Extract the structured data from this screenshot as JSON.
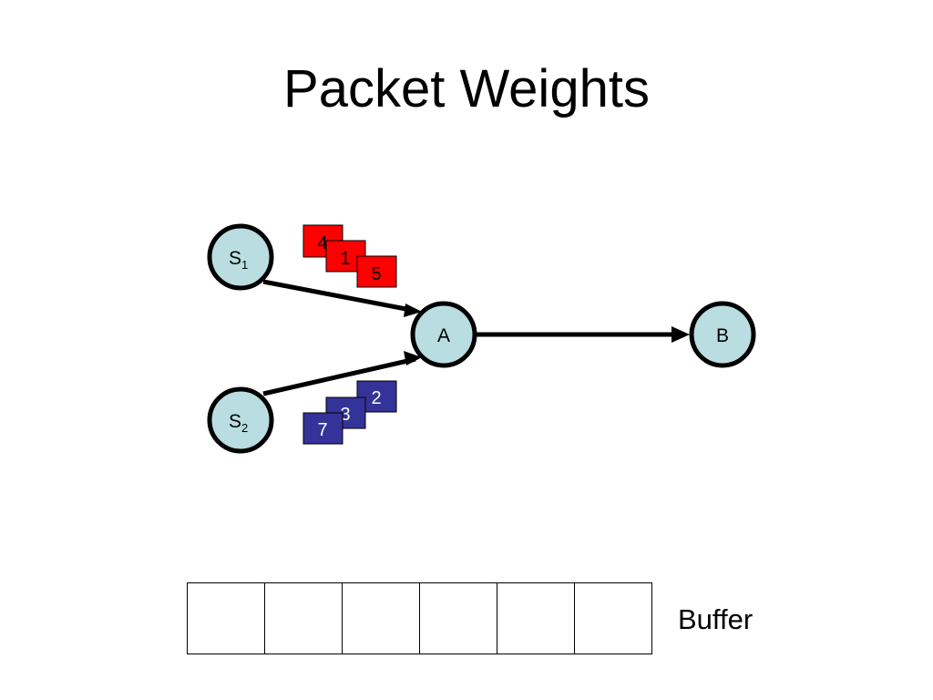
{
  "title": "Packet Weights",
  "colors": {
    "node_fill": "#b9dde0",
    "node_stroke": "#000000",
    "packet_s1": "#ff0000",
    "packet_s2": "#333399",
    "packet_s2_text": "#ffffff",
    "packet_s1_text": "#000000"
  },
  "nodes": {
    "s1": {
      "letter": "S",
      "sub": "1"
    },
    "s2": {
      "letter": "S",
      "sub": "2"
    },
    "a": {
      "label": "A"
    },
    "b": {
      "label": "B"
    }
  },
  "packets_s1": [
    "4",
    "1",
    "5"
  ],
  "packets_s2": [
    "2",
    "3",
    "7"
  ],
  "buffer": {
    "label": "Buffer",
    "slots": 6
  }
}
